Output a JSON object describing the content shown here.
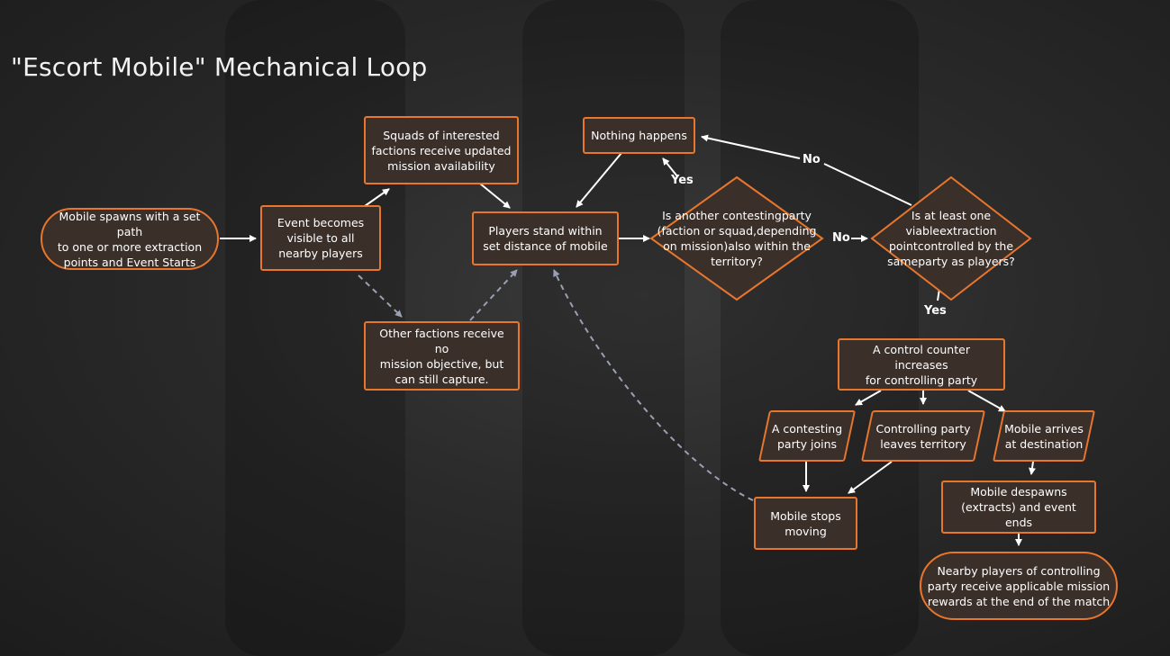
{
  "title": "\"Escort Mobile\" Mechanical Loop",
  "colors": {
    "node_border": "#e8762c",
    "node_fill": "#3b2f2a",
    "arrow": "#ffffff",
    "dashed_arrow": "#9a9fb2"
  },
  "nodes": {
    "mobile_spawns": [
      "Mobile spawns with a set path",
      "to one or more extraction",
      "points and Event Starts"
    ],
    "event_visible": [
      "Event becomes",
      "visible to all",
      "nearby players"
    ],
    "squads_interested": [
      "Squads of interested",
      "factions receive updated",
      "mission availability"
    ],
    "other_factions": [
      "Other factions receive no",
      "mission objective, but",
      "can still capture."
    ],
    "players_stand": [
      "Players stand within",
      "set distance of mobile"
    ],
    "nothing_happens": [
      "Nothing happens"
    ],
    "another_contesting": [
      "Is another contesting",
      "party (faction or squad,",
      "depending on mission)",
      "also within the territory?"
    ],
    "viable_extraction": [
      "Is at least one viable",
      "extraction point",
      "controlled by the same",
      "party as players?"
    ],
    "control_counter": [
      "A control counter increases",
      "for controlling party"
    ],
    "contesting_joins": [
      "A contesting",
      "party joins"
    ],
    "controlling_leaves": [
      "Controlling party",
      "leaves territory"
    ],
    "mobile_arrives": [
      "Mobile arrives",
      "at destination"
    ],
    "mobile_stops": [
      "Mobile stops",
      "moving"
    ],
    "mobile_despawns": [
      "Mobile despawns",
      "(extracts) and event ends"
    ],
    "nearby_rewards": [
      "Nearby players of controlling",
      "party receive applicable mission",
      "rewards at the end of the match"
    ]
  },
  "edge_labels": {
    "yes_1": "Yes",
    "no_1": "No",
    "no_2": "No",
    "yes_2": "Yes"
  }
}
